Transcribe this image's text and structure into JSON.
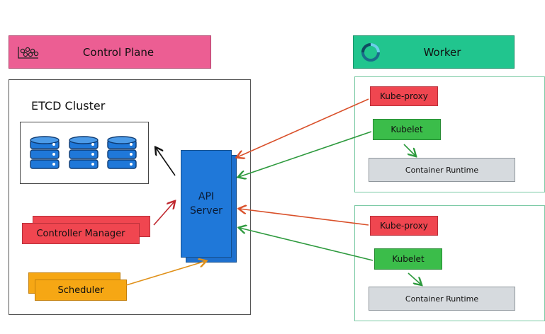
{
  "control_plane": {
    "title": "Control Plane",
    "etcd_title": "ETCD Cluster",
    "api_server_line1": "API",
    "api_server_line2": "Server",
    "controller_manager": "Controller Manager",
    "scheduler": "Scheduler"
  },
  "worker": {
    "title": "Worker",
    "nodes": [
      {
        "kube_proxy": "Kube-proxy",
        "kubelet": "Kubelet",
        "runtime": "Container Runtime"
      },
      {
        "kube_proxy": "Kube-proxy",
        "kubelet": "Kubelet",
        "runtime": "Container Runtime"
      }
    ]
  },
  "colors": {
    "control_plane_header": "#ec5e93",
    "worker_header": "#21c58e",
    "api_server": "#1f78d9",
    "kube_proxy": "#f04650",
    "kubelet": "#3bbd4a",
    "scheduler": "#f6a714",
    "runtime": "#d6dade"
  },
  "icons": {
    "control_plane": "cluster-nodes-icon",
    "worker": "ring-cycle-icon",
    "etcd": "database-icon"
  }
}
